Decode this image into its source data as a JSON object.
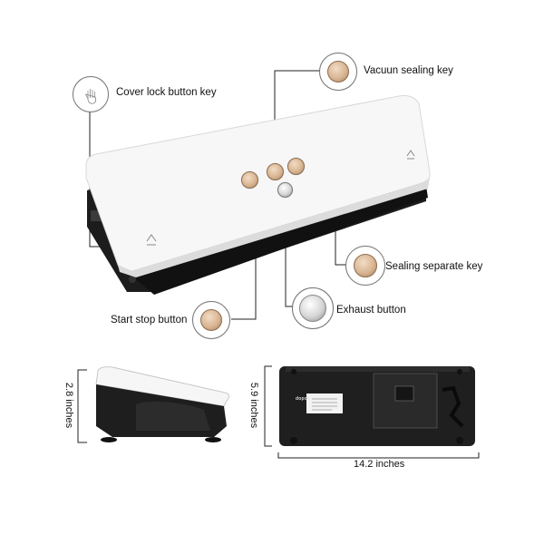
{
  "callouts": {
    "cover_lock": "Cover lock button key",
    "vacuum_sealing": "Vacuun sealing key",
    "sealing_separate": "Sealing separate key",
    "exhaust": "Exhaust button",
    "start_stop": "Start stop button"
  },
  "dimensions": {
    "height": "2.8 inches",
    "depth": "5.9 inches",
    "width": "14.2  inches"
  },
  "bottom_label": {
    "brand": "dopot"
  },
  "colors": {
    "body_white": "#f7f7f7",
    "base_black": "#1c1c1c",
    "key_tan": "#d9b593",
    "leader_line": "#222222"
  }
}
